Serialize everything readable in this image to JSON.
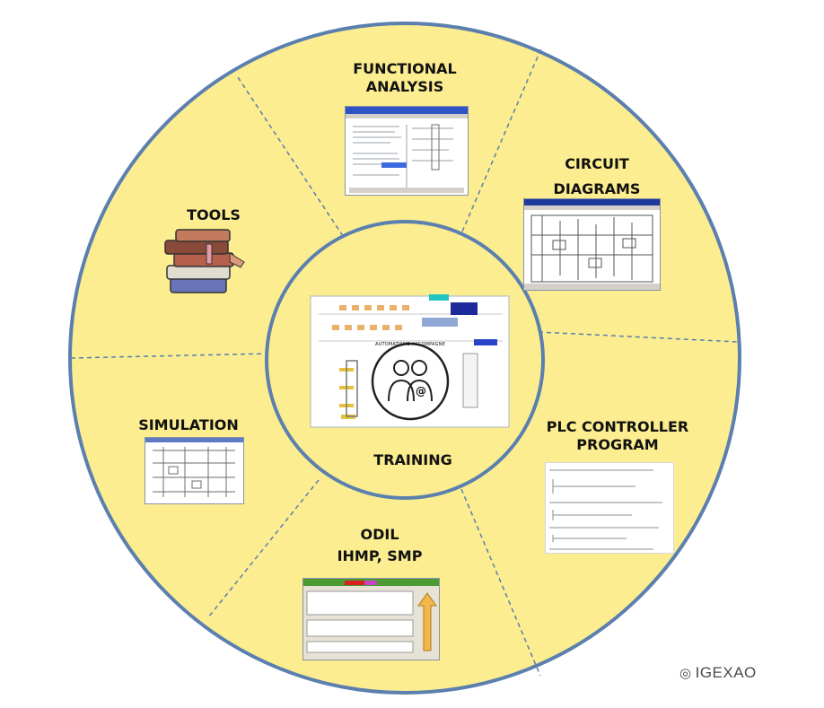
{
  "colors": {
    "disc_fill": "#fbed90",
    "ring_stroke": "#5b7fae",
    "divider": "#5b7fae",
    "text": "#111111"
  },
  "center": {
    "label": "TRAINING",
    "logo_text": "AUTOMATISME ACCOMPAGNE",
    "logo_symbol": "@"
  },
  "segments": [
    {
      "id": "functional-analysis",
      "line1": "FUNCTIONAL",
      "line2": "ANALYSIS",
      "thumbnail": "software-window-icon"
    },
    {
      "id": "circuit-diagrams",
      "line1": "CIRCUIT",
      "line2": "DIAGRAMS",
      "thumbnail": "circuit-schematic-icon"
    },
    {
      "id": "plc-controller-program",
      "line1": "PLC CONTROLLER",
      "line2": "PROGRAM",
      "thumbnail": "ladder-listing-icon"
    },
    {
      "id": "odil",
      "line1": "ODIL",
      "line2": "IHMP, SMP",
      "thumbnail": "hmi-screen-icon"
    },
    {
      "id": "simulation",
      "line1": "SIMULATION",
      "line2": "",
      "thumbnail": "simulation-schematic-icon"
    },
    {
      "id": "tools",
      "line1": "TOOLS",
      "line2": "",
      "thumbnail": "books-icon"
    }
  ],
  "watermark": {
    "icon": "wechat-icon",
    "text": "IGEXAO"
  }
}
